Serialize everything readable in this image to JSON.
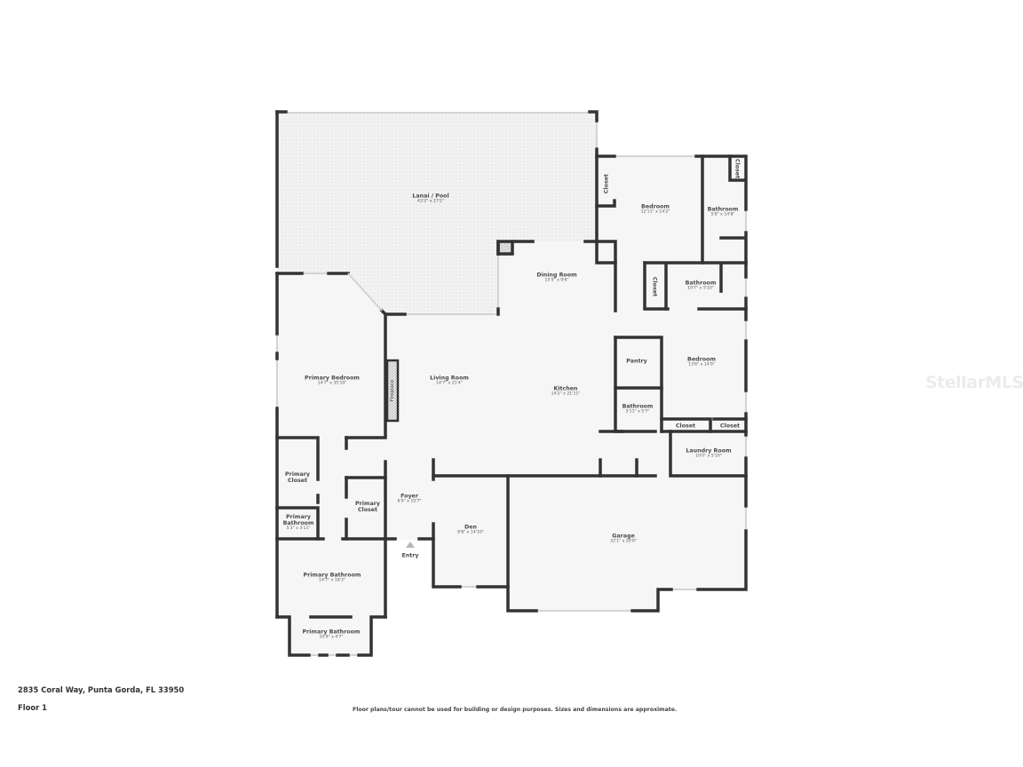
{
  "plan": {
    "address": "2835 Coral Way, Punta Gorda, FL 33950",
    "floor": "Floor 1",
    "disclaimer": "Floor plans/tour cannot be used for building or design purposes. Sizes and dimensions are approximate.",
    "watermark": "StellarMLS",
    "colors": {
      "wall": "#333333",
      "floor": "#f6f6f6",
      "lanai": "#f1f1f1",
      "window": "#d8d8d8"
    }
  },
  "rooms": {
    "lanai": {
      "name": "Lanai / Pool",
      "dim": "43'2\" x 27'2\""
    },
    "bedroom_ne": {
      "name": "Bedroom",
      "dim": "12'11\" x 14'2\""
    },
    "closet_ne1": {
      "name": "Closet"
    },
    "closet_ne2": {
      "name": "Closet"
    },
    "bathroom_ne": {
      "name": "Bathroom",
      "dim": "5'8\" x 14'8\""
    },
    "closet_e": {
      "name": "Closet"
    },
    "bathroom_e": {
      "name": "Bathroom",
      "dim": "10'7\" x 5'10\""
    },
    "dining": {
      "name": "Dining Room",
      "dim": "15'5\" x 9'6\""
    },
    "pantry": {
      "name": "Pantry"
    },
    "bedroom_e": {
      "name": "Bedroom",
      "dim": "13'6\" x 14'9\""
    },
    "kitchen": {
      "name": "Kitchen",
      "dim": "14'2\" x 21'11\""
    },
    "bathroom_c": {
      "name": "Bathroom",
      "dim": "5'11\" x 5'7\""
    },
    "closet_s1": {
      "name": "Closet"
    },
    "closet_s2": {
      "name": "Closet"
    },
    "laundry": {
      "name": "Laundry Room",
      "dim": "10'0\" x 5'10\""
    },
    "living": {
      "name": "Living Room",
      "dim": "14'7\" x 21'4\""
    },
    "fireplace": {
      "name": "Fireplace"
    },
    "primary_bedroom": {
      "name": "Primary Bedroom",
      "dim": "14'7\" x 35'10\""
    },
    "primary_closet_1": {
      "name": "Primary Closet"
    },
    "primary_closet_2": {
      "name": "Primary Closet"
    },
    "primary_bath_small": {
      "name": "Primary Bathroom",
      "dim": "5'3\" x 3'11\""
    },
    "foyer": {
      "name": "Foyer",
      "dim": "6'9\" x 10'7\""
    },
    "entry": {
      "name": "Entry"
    },
    "den": {
      "name": "Den",
      "dim": "9'8\" x 14'10\""
    },
    "garage": {
      "name": "Garage",
      "dim": "32'1\" x 20'0\""
    },
    "primary_bath_main": {
      "name": "Primary Bathroom",
      "dim": "14'7\" x 18'3\""
    },
    "primary_bath_lower": {
      "name": "Primary Bathroom",
      "dim": "10'9\" x 4'7\""
    }
  }
}
